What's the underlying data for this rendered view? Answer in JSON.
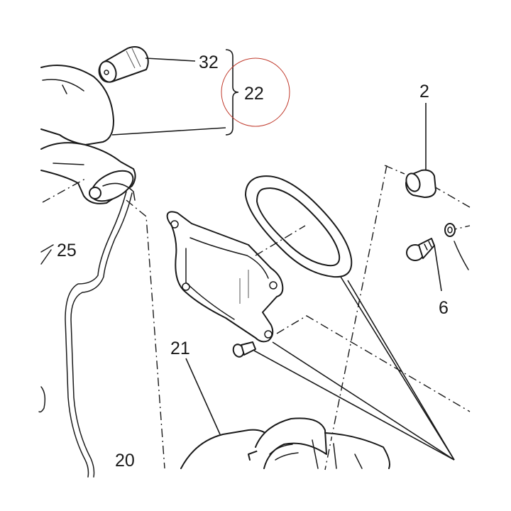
{
  "diagram": {
    "labels": {
      "part_32": "32",
      "part_22": "22",
      "part_2": "2",
      "part_25": "25",
      "part_6": "6",
      "part_21": "21",
      "part_20": "20"
    },
    "highlight_color": "#c0392b",
    "line_color": "#1a1a1a",
    "background": "#ffffff"
  }
}
